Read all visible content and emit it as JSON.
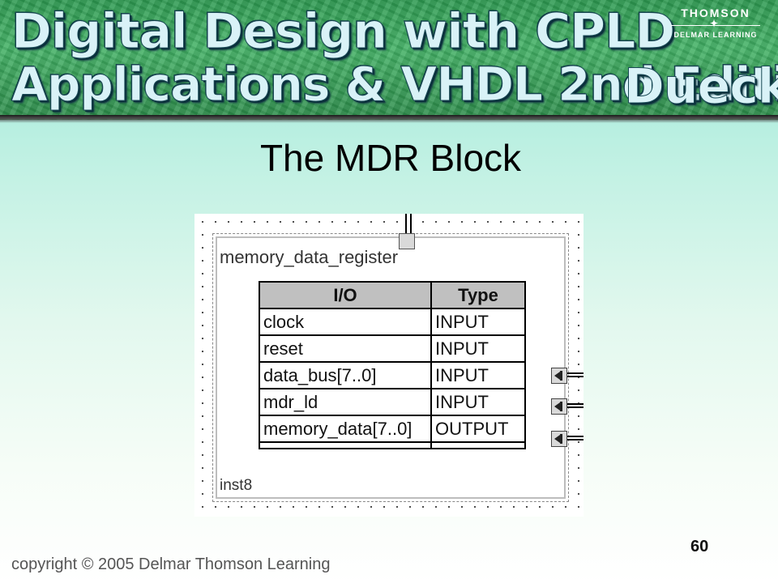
{
  "banner": {
    "title_line1": "Digital Design with CPLD",
    "title_line2": "Applications & VHDL 2nd Edition",
    "author": "Dueck",
    "publisher_top": "THOMSON",
    "publisher_bottom": "DELMAR LEARNING",
    "colors": {
      "banner_green": "#3aa35c",
      "title_text": "#d9f2f7"
    }
  },
  "slide": {
    "title": "The MDR Block",
    "page_number": "60",
    "copyright": "copyright © 2005 Delmar Thomson Learning"
  },
  "diagram": {
    "component_name": "memory_data_register",
    "instance_name": "inst8",
    "table": {
      "headers": [
        "I/O",
        "Type"
      ],
      "rows": [
        {
          "io": "clock",
          "type": "INPUT"
        },
        {
          "io": "reset",
          "type": "INPUT"
        },
        {
          "io": "data_bus[7..0]",
          "type": "INPUT"
        },
        {
          "io": "mdr_ld",
          "type": "INPUT"
        },
        {
          "io": "memory_data[7..0]",
          "type": "OUTPUT"
        }
      ]
    }
  }
}
